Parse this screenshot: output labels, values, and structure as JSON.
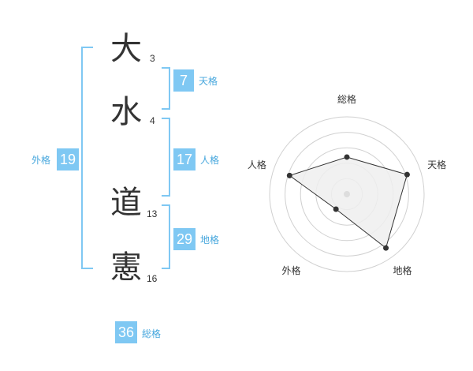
{
  "characters": [
    {
      "char": "大",
      "strokes": "3"
    },
    {
      "char": "水",
      "strokes": "4"
    },
    {
      "char": "道",
      "strokes": "13"
    },
    {
      "char": "憲",
      "strokes": "16"
    }
  ],
  "fortunes": {
    "tenkaku": {
      "value": "7",
      "label": "天格"
    },
    "jinkaku": {
      "value": "17",
      "label": "人格"
    },
    "chikaku": {
      "value": "29",
      "label": "地格"
    },
    "gaikaku": {
      "value": "19",
      "label": "外格"
    },
    "soukaku": {
      "value": "36",
      "label": "総格"
    }
  },
  "colors": {
    "box": "#7fc8f3",
    "bracket": "#7fc8f3",
    "label": "#47a7dd",
    "radar_fill": "#efefef",
    "radar_line": "#333333",
    "radar_grid": "#d0d0d0"
  },
  "chart_data": {
    "type": "radar",
    "categories": [
      "総格",
      "天格",
      "地格",
      "外格",
      "人格"
    ],
    "values": [
      0.48,
      0.82,
      0.86,
      0.24,
      0.78
    ],
    "rmax": 1
  }
}
